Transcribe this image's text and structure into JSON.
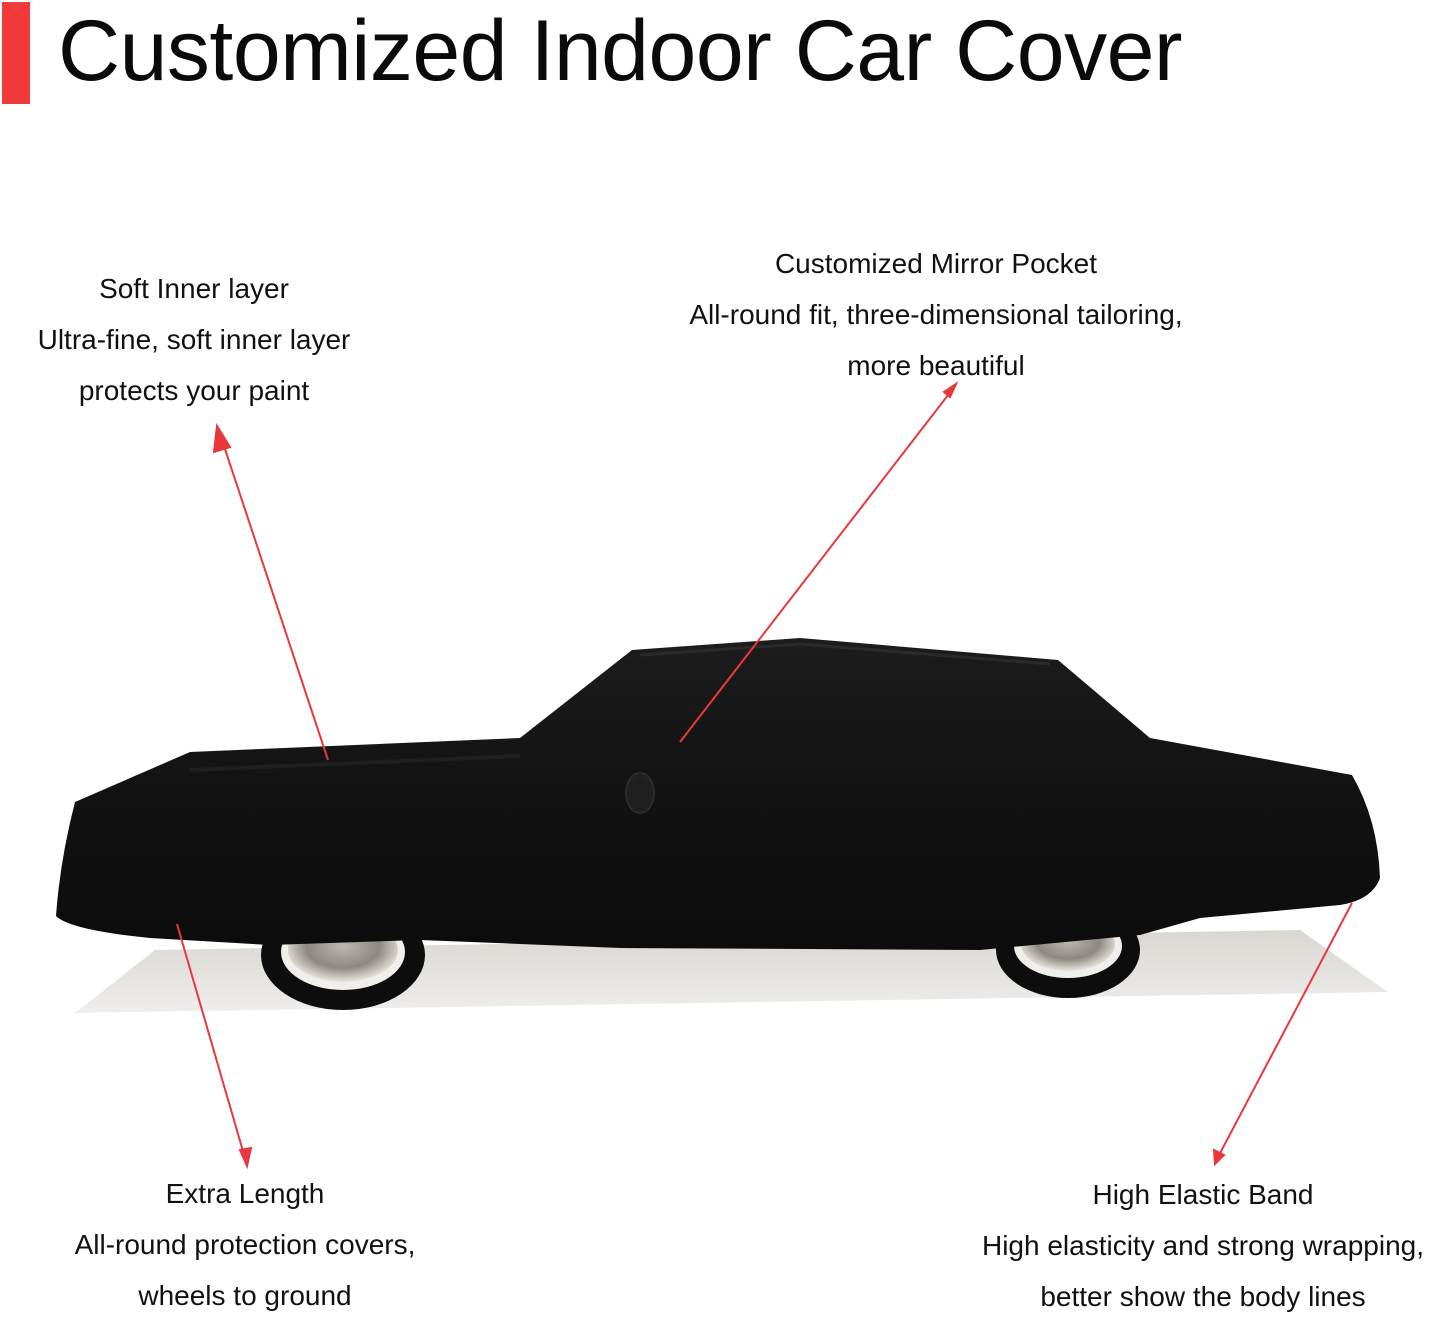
{
  "header": {
    "title": "Customized Indoor Car Cover",
    "accent_color": "#f2393b"
  },
  "callouts": [
    {
      "id": "soft-inner-layer",
      "heading": "Soft Inner layer",
      "lines": [
        "Ultra-fine, soft inner layer",
        "protects your paint"
      ]
    },
    {
      "id": "mirror-pocket",
      "heading": "Customized Mirror Pocket",
      "lines": [
        "All-round fit, three-dimensional tailoring,",
        "more beautiful"
      ]
    },
    {
      "id": "extra-length",
      "heading": "Extra Length",
      "lines": [
        "All-round protection covers,",
        "wheels to ground"
      ]
    },
    {
      "id": "high-elastic-band",
      "heading": "High Elastic Band",
      "lines": [
        "High elasticity and strong wrapping,",
        "better show the body lines"
      ]
    }
  ],
  "image": {
    "subject": "black-covered-sedan",
    "cover_color": "#141414",
    "arrow_color": "#e8383d"
  }
}
